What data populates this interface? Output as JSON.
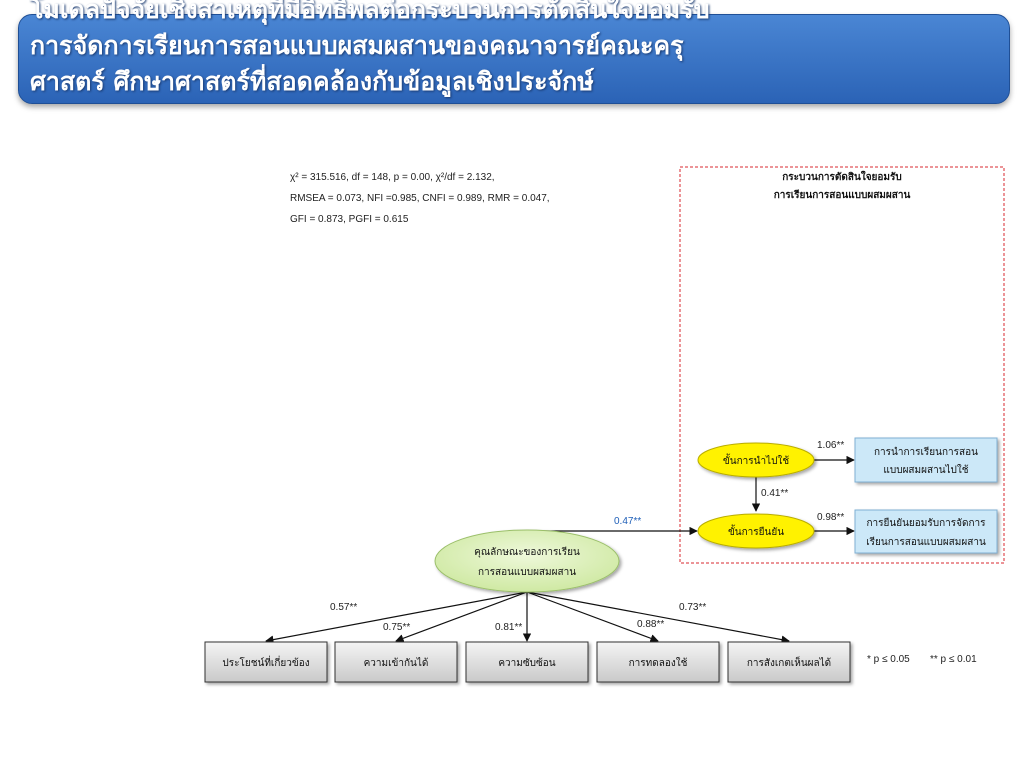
{
  "title": {
    "lines": [
      "โมเดลปัจจัยเชิงสาเหตุที่มีอิทธิพลต่อกระบวนการตัดสินใจยอมรับ",
      "การจัดการเรียนการสอนแบบผสมผสานของคณาจารย์คณะครุ",
      "ศาสตร์ ศึกษาศาสตร์ที่สอดคล้องกับข้อมูลเชิงประจักษ์"
    ]
  },
  "fit_stats": {
    "lines": [
      "χ² = 315.516, df = 148, p = 0.00, χ²/df = 2.132,",
      "RMSEA = 0.073, NFI =0.985, CNFI = 0.989, RMR = 0.047,",
      "GFI = 0.873, PGFI = 0.615"
    ]
  },
  "process_box": {
    "header_line1": "กระบวนการตัดสินใจยอมรับ",
    "header_line2": "การเรียนการสอนแบบผสมผสาน",
    "border_color": "#d9282f"
  },
  "latent": {
    "implementation": "ขั้นการนำไปใช้",
    "confirmation": "ขั้นการยืนยัน",
    "characteristics_line1": "คุณลักษณะของการเรียน",
    "characteristics_line2": "การสอนแบบผสมผสาน",
    "yellow": "#fff200",
    "green": "#d8efb0"
  },
  "observed_right": {
    "implementation_line1": "การนำการเรียนการสอน",
    "implementation_line2": "แบบผสมผสานไปใช้",
    "confirmation_line1": "การยืนยันยอมรับการจัดการ",
    "confirmation_line2": "เรียนการสอนแบบผสมผสาน",
    "fill": "#cce8f8"
  },
  "observed_bottom": [
    "ประโยชน์ที่เกี่ยวข้อง",
    "ความเข้ากันได้",
    "ความซับซ้อน",
    "การทดลองใช้",
    "การสังเกตเห็นผลได้"
  ],
  "paths": {
    "impl_to_obs": "1.06**",
    "impl_to_conf": "0.41**",
    "conf_to_obs": "0.98**",
    "char_to_conf": "0.47**",
    "loadings": [
      "0.57**",
      "0.75**",
      "0.81**",
      "0.88**",
      "0.73**"
    ]
  },
  "legend": {
    "p05": "* p ≤ 0.05",
    "p01": "** p ≤ 0.01"
  }
}
